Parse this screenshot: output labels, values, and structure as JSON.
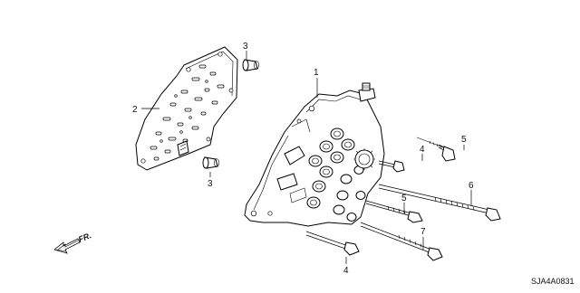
{
  "callouts": {
    "c1": "1",
    "c2": "2",
    "c3a": "3",
    "c3b": "3",
    "c4a": "4",
    "c4b": "4",
    "c5a": "5",
    "c5b": "5",
    "c6": "6",
    "c7": "7"
  },
  "direction_label": "FR.",
  "diagram_code": "SJA4A0831"
}
